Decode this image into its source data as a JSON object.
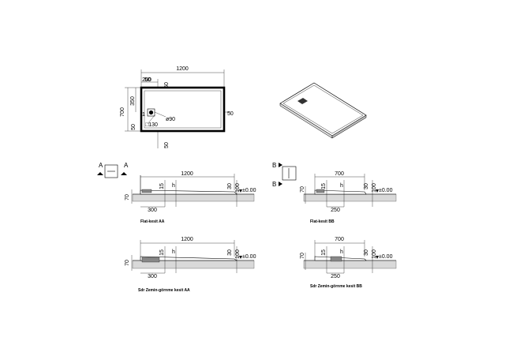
{
  "plan": {
    "width": "1200",
    "depth": "700",
    "offset_left": "200",
    "offset_top": "50",
    "drain_pos": "350",
    "gap_left": "50",
    "gap_right": "50",
    "gap_bottom": "50",
    "drain_diameter": "ø90",
    "drain_square": "□130",
    "marker_one": "1"
  },
  "markers": {
    "a": "A",
    "b": "B"
  },
  "section_flat_aa": {
    "caption": "Flat-kesit AA",
    "width": "1200",
    "height": "70",
    "drain_width": "300",
    "dim_15": "15",
    "dim_h": "h",
    "dim_30": "30",
    "dim_100": "100",
    "level": "±0.00"
  },
  "section_flat_bb": {
    "caption": "Flat-kesit BB",
    "width": "700",
    "height": "70",
    "drain_width": "250",
    "dim_15": "15",
    "dim_h": "h",
    "dim_30": "30",
    "dim_100": "100",
    "level": "±0.00"
  },
  "section_floor_aa": {
    "caption": "Sdr Zemin-görnme kesit AA",
    "width": "1200",
    "height": "70",
    "drain_width": "300",
    "dim_15": "15",
    "dim_h": "h",
    "dim_30": "30",
    "dim_100": "100",
    "level": "±0.00"
  },
  "section_floor_bb": {
    "caption": "Sdr Zemin-görnme kesit BB",
    "width": "700",
    "height": "70",
    "drain_width": "250",
    "dim_15": "15",
    "dim_h": "h",
    "dim_30": "30",
    "dim_100": "100",
    "level": "±0.00"
  }
}
